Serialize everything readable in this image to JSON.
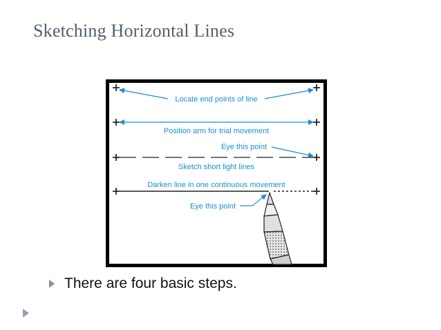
{
  "slide": {
    "title": "Sketching Horizontal Lines",
    "bullet": "There are four basic steps.",
    "accent_color": "#7f94a6"
  },
  "figure": {
    "step_labels": {
      "locate": "Locate end points of line",
      "position": "Position arm for trial movement",
      "eye_point_1": "Eye this point",
      "sketch": "Sketch short light lines",
      "darken": "Darken line in one continuous movement",
      "eye_point_2": "Eye this point"
    },
    "label_color": "#1a8fcf",
    "frame_color": "#000000",
    "icons": [
      "crosshair-icon",
      "pencil-icon"
    ]
  }
}
